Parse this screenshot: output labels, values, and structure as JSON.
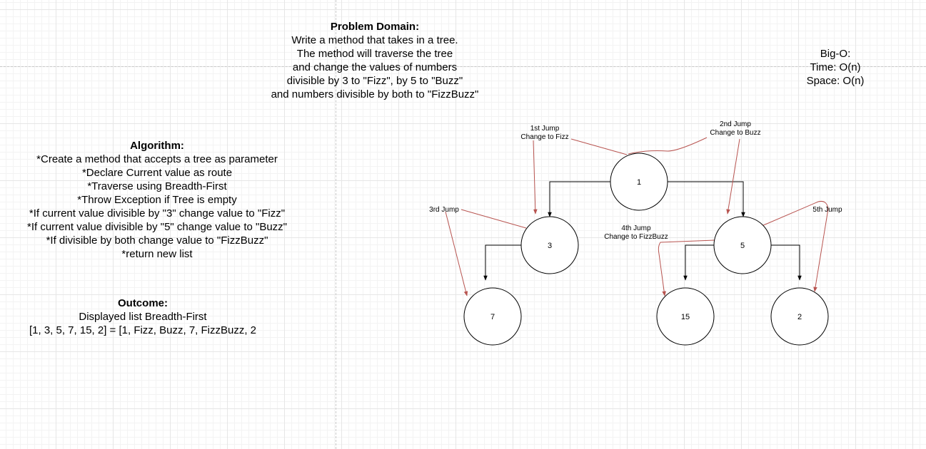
{
  "problem": {
    "heading": "Problem Domain:",
    "lines": [
      "Write a method that takes in a tree.",
      "The method will traverse the tree",
      "and change the values of numbers",
      "divisible by 3 to \"Fizz\", by 5 to \"Buzz\"",
      "and numbers divisible by both to \"FizzBuzz\""
    ]
  },
  "bigo": {
    "lines": [
      "Big-O:",
      "Time: O(n)",
      "Space: O(n)"
    ]
  },
  "algorithm": {
    "heading": "Algorithm:",
    "lines": [
      "*Create a method that accepts a tree as parameter",
      "*Declare Current value as route",
      "*Traverse using Breadth-First",
      "*Throw Exception if Tree is empty",
      "*If current value divisible by \"3\" change value to \"Fizz\"",
      "*If current value divisible by \"5\" change value to \"Buzz\"",
      "*If divisible by both change value to \"FizzBuzz\"",
      "*return new list"
    ]
  },
  "outcome": {
    "heading": "Outcome:",
    "lines": [
      "Displayed list Breadth-First",
      "[1, 3, 5, 7, 15, 2] = [1, Fizz, Buzz, 7, FizzBuzz, 2"
    ]
  },
  "tree": {
    "nodes": {
      "n1": "1",
      "n3": "3",
      "n5": "5",
      "n7": "7",
      "n15": "15",
      "n2": "2"
    }
  },
  "annotations": {
    "jump1": [
      "1st Jump",
      "Change to Fizz"
    ],
    "jump2": [
      "2nd Jump",
      "Change to Buzz"
    ],
    "jump3": [
      "3rd Jump"
    ],
    "jump4": [
      "4th Jump",
      "Change to FizzBuzz"
    ],
    "jump5": [
      "5th Jump"
    ]
  },
  "colors": {
    "edge": "#000000",
    "jump_arrow": "#b85450",
    "node_fill": "#ffffff",
    "node_stroke": "#000000"
  }
}
